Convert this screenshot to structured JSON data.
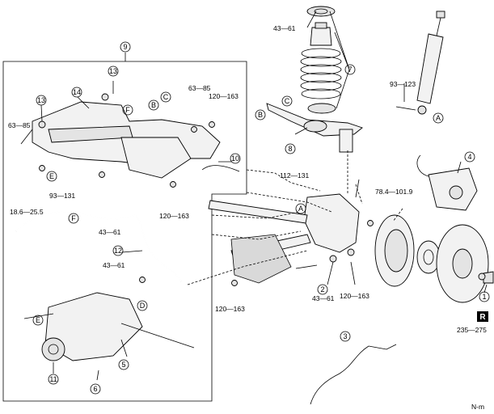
{
  "callouts": {
    "c1": "1",
    "c2": "2",
    "c3": "3",
    "c4": "4",
    "c5": "5",
    "c6": "6",
    "c7": "7",
    "c8": "8",
    "c9": "9",
    "c10": "10",
    "c11": "11",
    "c12": "12",
    "c13a": "13",
    "c13b": "13",
    "c14": "14"
  },
  "letters": {
    "a1": "A",
    "a2": "A",
    "b1": "B",
    "b2": "B",
    "c1": "C",
    "c2": "C",
    "d1": "D",
    "e1": "E",
    "e2": "E",
    "f1": "F",
    "f2": "F"
  },
  "torques": {
    "t_43_61_top": "43—61",
    "t_93_123": "93—123",
    "t_63_85_a": "63—85",
    "t_120_163_a": "120—163",
    "t_63_85_b": "63—85",
    "t_93_131": "93—131",
    "t_18_25": "18.6—25.5",
    "t_43_61_mid": "43—61",
    "t_43_61_low": "43—61",
    "t_120_163_b": "120—163",
    "t_112_131": "112—131",
    "t_78_101": "78.4—101.9",
    "t_43_61_c2": "43—61",
    "t_120_163_c": "120—163",
    "t_120_163_d": "120—163",
    "t_235_275": "235—275"
  },
  "marker": {
    "r_box": "R"
  },
  "footer": {
    "code": "N-m"
  }
}
